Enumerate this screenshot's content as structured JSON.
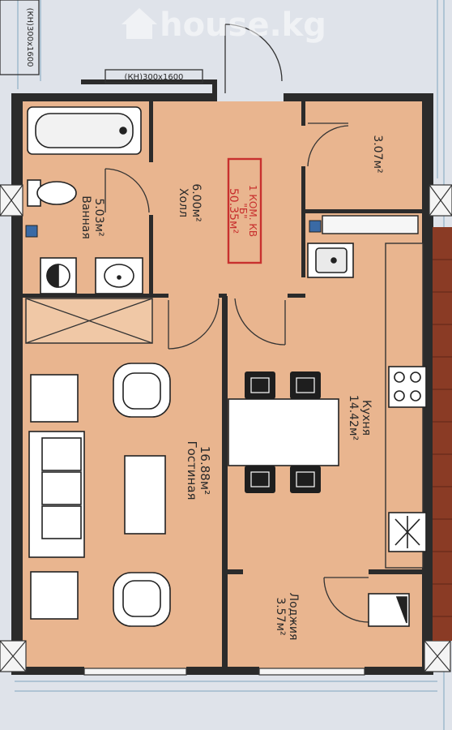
{
  "watermark": {
    "text": "house.kg",
    "icon": "house-icon"
  },
  "windows": {
    "left_top": "(КН)300x1600",
    "top": "(КН)300x1600"
  },
  "summary": {
    "line1": "1 КОМ. КВ",
    "line2": "\"Б\"",
    "line3": "50.35м²"
  },
  "rooms": {
    "hall": {
      "name": "Холл",
      "area": "6.00м²"
    },
    "bath": {
      "name": "Ванная",
      "area": "5.03м²"
    },
    "storage": {
      "area": "3.07м²"
    },
    "living": {
      "name": "Гостиная",
      "area": "16.88м²"
    },
    "kitchen": {
      "name": "Кухня",
      "area": "14.42м²"
    },
    "loggia": {
      "name": "Лоджия",
      "area": "3.57м²"
    }
  },
  "colors": {
    "floor": "#e9b58f",
    "wall": "#2b2b2b",
    "background": "#dfe3ea",
    "accent": "#c8302e",
    "blueprint": "#8fb3c9"
  }
}
